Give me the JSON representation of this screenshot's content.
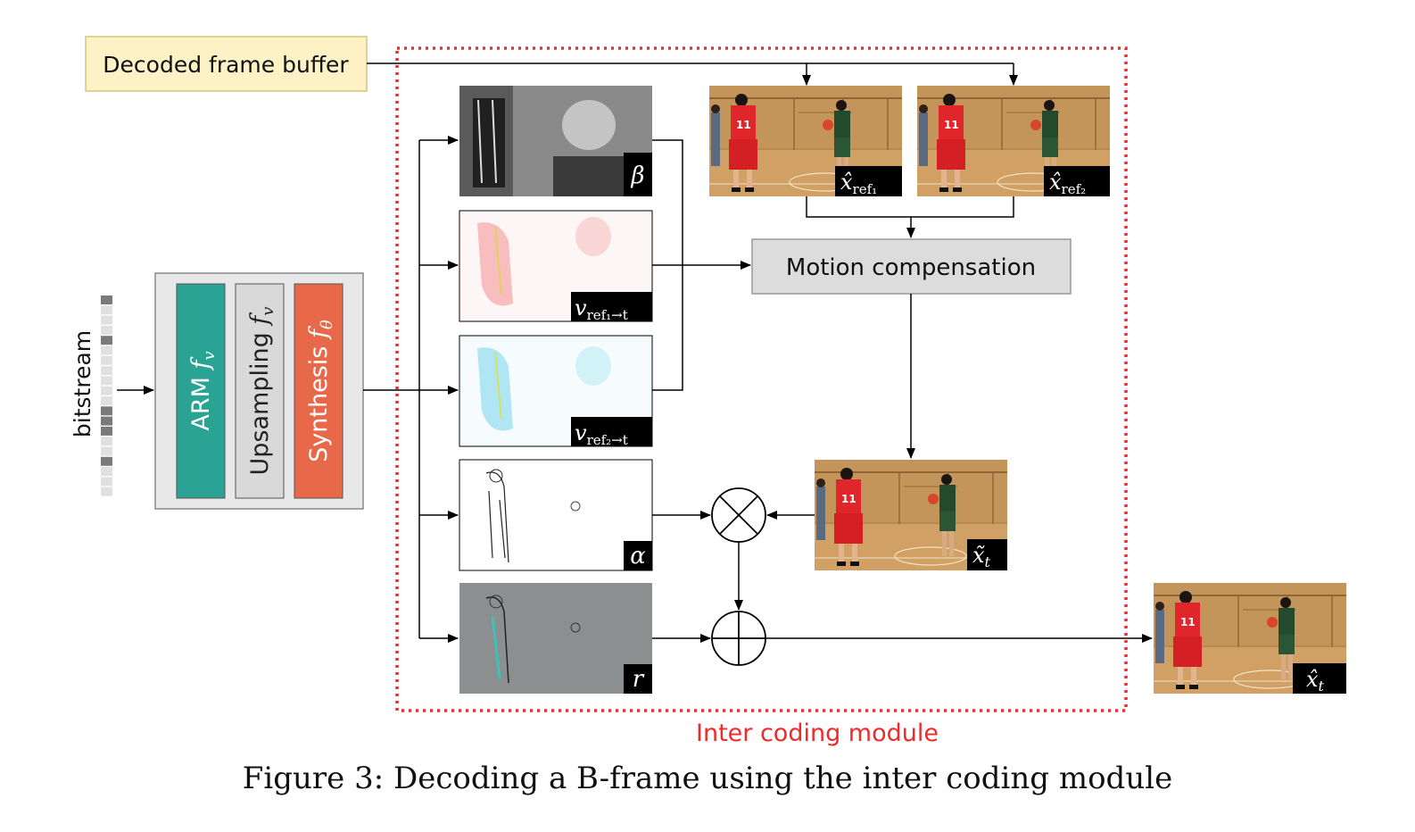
{
  "diagram": {
    "frame_buffer_label": "Decoded frame buffer",
    "bitstream_label": "bitstream",
    "decoder_blocks": [
      {
        "name": "ARM",
        "symbol": "f",
        "sub": "v",
        "color": "#2aa394"
      },
      {
        "name": "Upsampling",
        "symbol": "f",
        "sub": "v",
        "color": "#d9d9d9"
      },
      {
        "name": "Synthesis",
        "symbol": "f",
        "sub": "θ",
        "color": "#e8694a"
      }
    ],
    "motion_compensation_label": "Motion compensation",
    "module_label": "Inter coding module",
    "module_color": "#ee2a2a",
    "maps": [
      {
        "symbol": "β",
        "sub": ""
      },
      {
        "symbol": "v",
        "sub": "ref₁→t"
      },
      {
        "symbol": "v",
        "sub": "ref₂→t"
      },
      {
        "symbol": "α",
        "sub": ""
      },
      {
        "symbol": "r",
        "sub": ""
      }
    ],
    "frames": {
      "ref1": {
        "symbol": "x̂",
        "sub": "ref₁"
      },
      "ref2": {
        "symbol": "x̂",
        "sub": "ref₂"
      },
      "pred": {
        "symbol": "x̃",
        "sub": "t"
      },
      "out": {
        "symbol": "x̂",
        "sub": "t"
      }
    },
    "operators": {
      "multiply": "⊗",
      "add": "⊕"
    }
  },
  "caption": "Figure 3: Decoding a B-frame using the inter coding module"
}
